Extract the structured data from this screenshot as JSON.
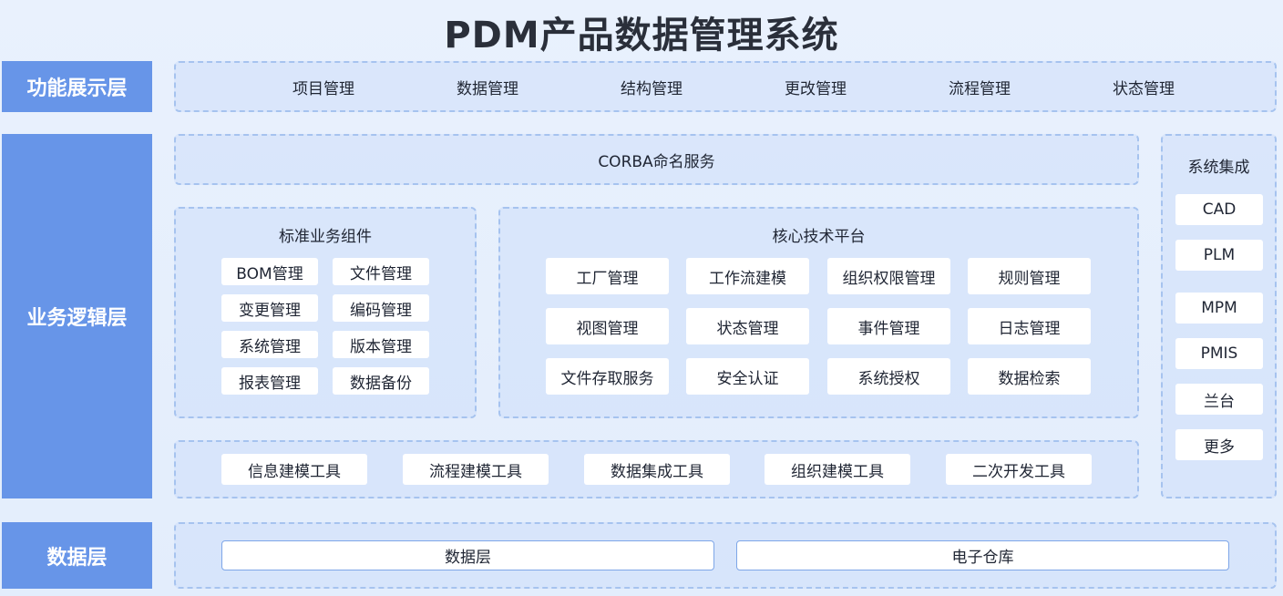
{
  "title": "PDM产品数据管理系统",
  "layers": {
    "presentation": "功能展示层",
    "business": "业务逻辑层",
    "data": "数据层"
  },
  "presentation_items": [
    "项目管理",
    "数据管理",
    "结构管理",
    "更改管理",
    "流程管理",
    "状态管理"
  ],
  "corba": "CORBA命名服务",
  "standard": {
    "title": "标准业务组件",
    "items": [
      "BOM管理",
      "文件管理",
      "变更管理",
      "编码管理",
      "系统管理",
      "版本管理",
      "报表管理",
      "数据备份"
    ]
  },
  "core": {
    "title": "核心技术平台",
    "items": [
      "工厂管理",
      "工作流建模",
      "组织权限管理",
      "规则管理",
      "视图管理",
      "状态管理",
      "事件管理",
      "日志管理",
      "文件存取服务",
      "安全认证",
      "系统授权",
      "数据检索"
    ]
  },
  "tools": [
    "信息建模工具",
    "流程建模工具",
    "数据集成工具",
    "组织建模工具",
    "二次开发工具"
  ],
  "integration": {
    "title": "系统集成",
    "items": [
      "CAD",
      "PLM",
      "MPM",
      "PMIS",
      "兰台",
      "更多"
    ]
  },
  "data_layer": [
    "数据层",
    "电子仓库"
  ]
}
